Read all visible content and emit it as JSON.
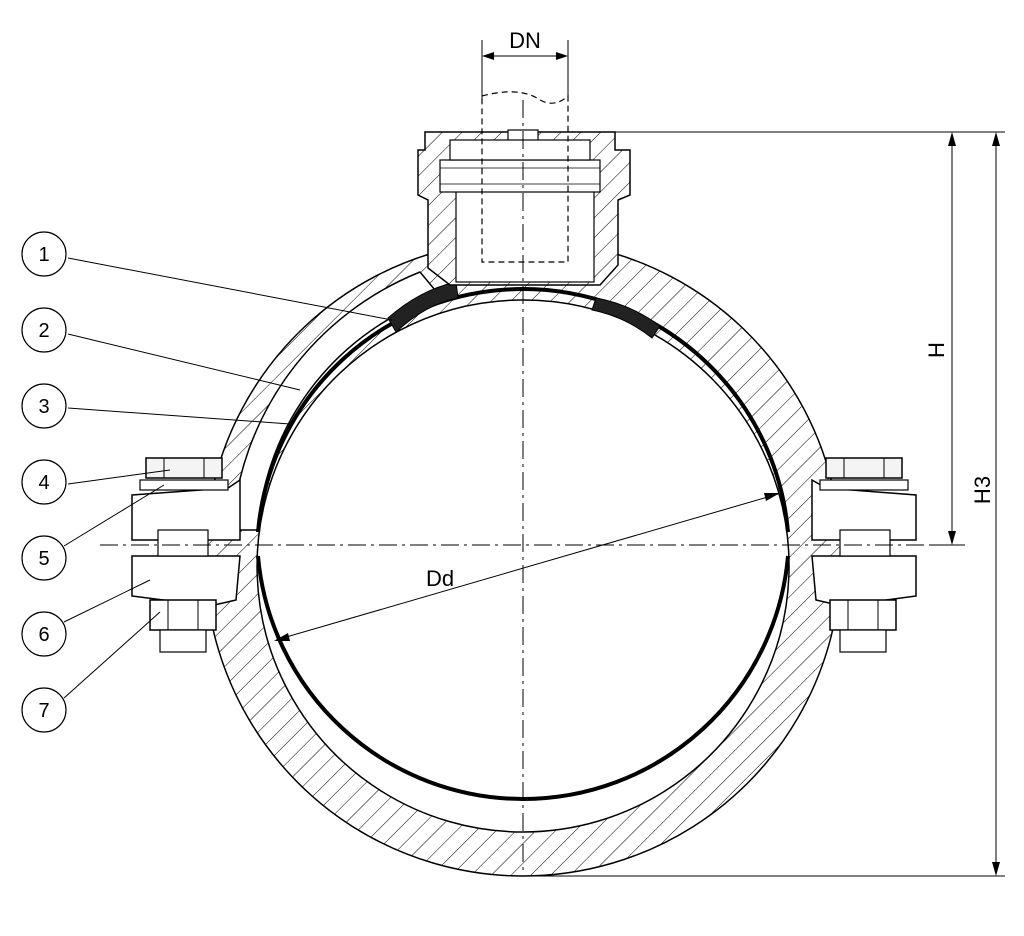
{
  "drawing": {
    "type": "technical cross-section",
    "colors": {
      "line": "#000000",
      "background": "#ffffff",
      "bolt": "#555555"
    },
    "callouts": [
      {
        "id": "1",
        "label": "1"
      },
      {
        "id": "2",
        "label": "2"
      },
      {
        "id": "3",
        "label": "3"
      },
      {
        "id": "4",
        "label": "4"
      },
      {
        "id": "5",
        "label": "5"
      },
      {
        "id": "6",
        "label": "6"
      },
      {
        "id": "7",
        "label": "7"
      }
    ],
    "dimensions": {
      "dn": "DN",
      "h": "H",
      "h3": "H3",
      "dd": "Dd"
    }
  }
}
